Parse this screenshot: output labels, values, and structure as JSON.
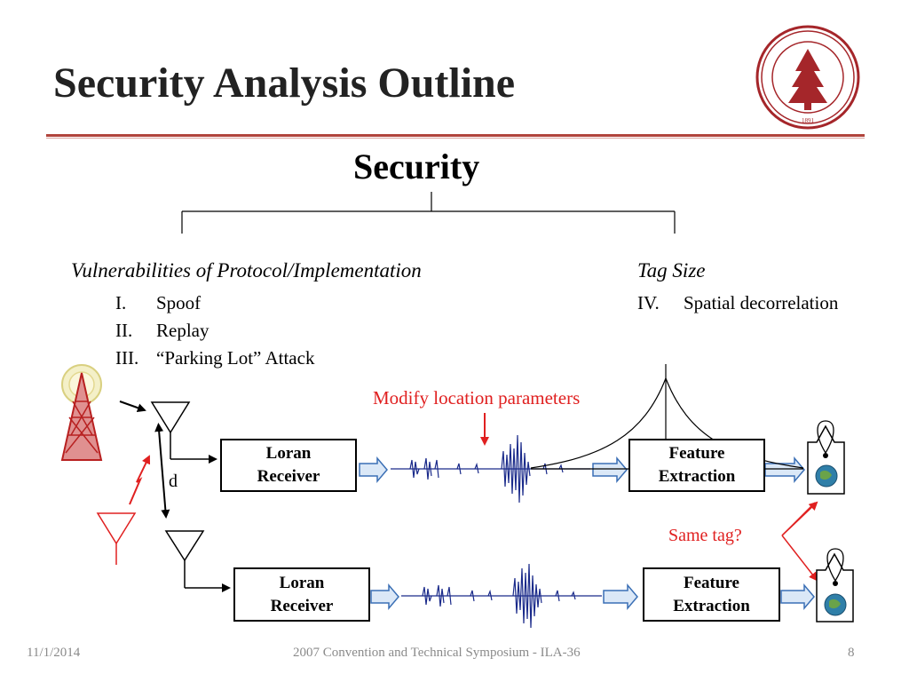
{
  "slide": {
    "title": "Security Analysis Outline",
    "heading": "Security",
    "left_column": {
      "heading": "Vulnerabilities of Protocol/Implementation",
      "items": [
        {
          "num": "I.",
          "label": "Spoof"
        },
        {
          "num": "II.",
          "label": "Replay"
        },
        {
          "num": "III.",
          "label": "“Parking Lot” Attack"
        }
      ]
    },
    "right_column": {
      "heading": "Tag Size",
      "items": [
        {
          "num": "IV.",
          "label": "Spatial decorrelation"
        }
      ]
    },
    "diagram": {
      "modify_label": "Modify location parameters",
      "distance_label": "d",
      "same_tag_label": "Same tag?",
      "receiver_top": [
        "Loran",
        "Receiver"
      ],
      "receiver_bottom": [
        "Loran",
        "Receiver"
      ],
      "extraction_top": [
        "Feature",
        "Extraction"
      ],
      "extraction_bottom": [
        "Feature",
        "Extraction"
      ]
    },
    "footer": {
      "date": "11/1/2014",
      "conference": "2007 Convention and Technical Symposium - ILA-36",
      "page": "8"
    }
  },
  "colors": {
    "accent": "#b1443c",
    "attack": "#e02020",
    "arrow_fill": "#dbe8f7",
    "arrow_stroke": "#3a6fb5",
    "signal": "#1a2a8a"
  }
}
